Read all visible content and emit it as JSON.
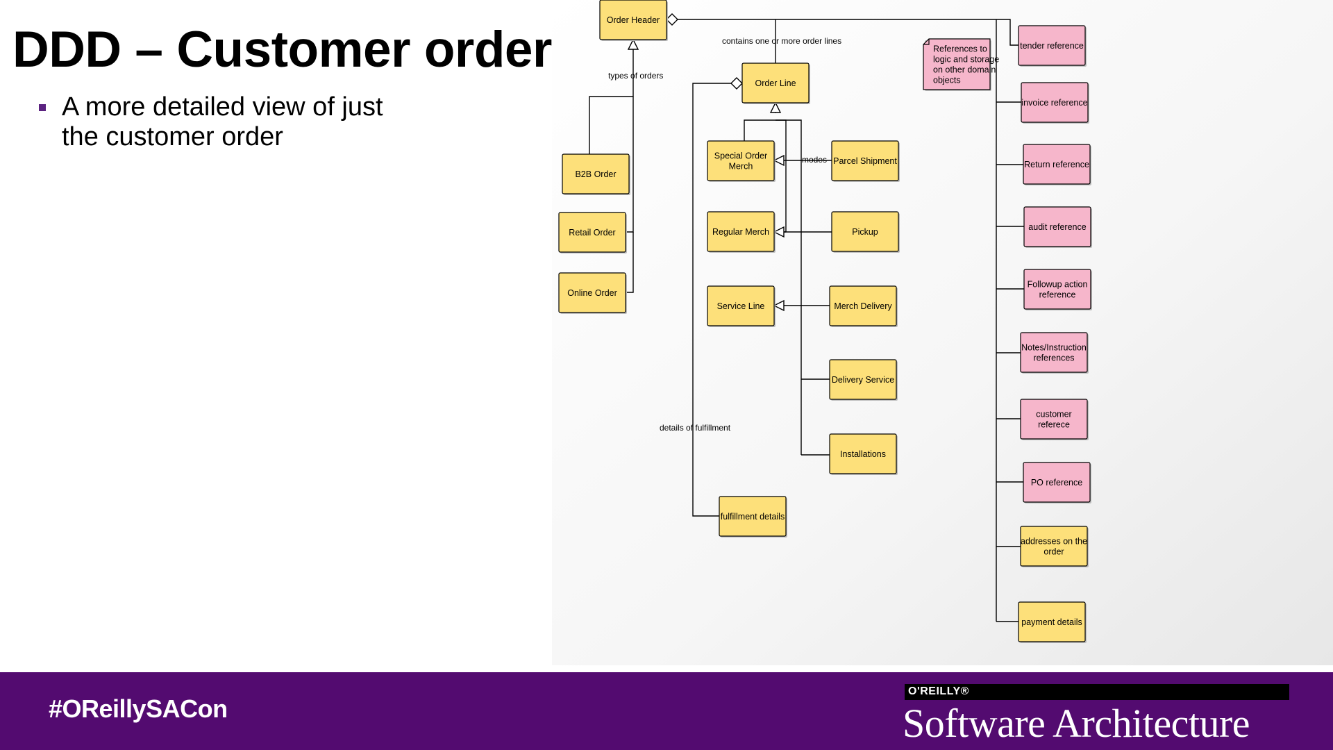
{
  "slide": {
    "title": "DDD – Customer order",
    "bullets": [
      "A more detailed view of just the customer order"
    ]
  },
  "diagram": {
    "colors": {
      "entity": "#fde07a",
      "reference": "#f6b6cb",
      "note": "#f6b6cb",
      "stroke": "#000000"
    },
    "nodes": [
      {
        "id": "order-header",
        "kind": "entity",
        "lines": [
          "Order Header"
        ]
      },
      {
        "id": "b2b-order",
        "kind": "entity",
        "lines": [
          "B2B Order"
        ]
      },
      {
        "id": "retail-order",
        "kind": "entity",
        "lines": [
          "Retail Order"
        ]
      },
      {
        "id": "online-order",
        "kind": "entity",
        "lines": [
          "Online Order"
        ]
      },
      {
        "id": "order-line",
        "kind": "entity",
        "lines": [
          "Order Line"
        ]
      },
      {
        "id": "special-order-merch",
        "kind": "entity",
        "lines": [
          "Special Order",
          "Merch"
        ]
      },
      {
        "id": "regular-merch",
        "kind": "entity",
        "lines": [
          "Regular Merch"
        ]
      },
      {
        "id": "service-line",
        "kind": "entity",
        "lines": [
          "Service Line"
        ]
      },
      {
        "id": "parcel-shipment",
        "kind": "entity",
        "lines": [
          "Parcel Shipment"
        ]
      },
      {
        "id": "pickup",
        "kind": "entity",
        "lines": [
          "Pickup"
        ]
      },
      {
        "id": "merch-delivery",
        "kind": "entity",
        "lines": [
          "Merch Delivery"
        ]
      },
      {
        "id": "delivery-service",
        "kind": "entity",
        "lines": [
          "Delivery Service"
        ]
      },
      {
        "id": "installations",
        "kind": "entity",
        "lines": [
          "Installations"
        ]
      },
      {
        "id": "fulfillment-details",
        "kind": "entity",
        "lines": [
          "fulfillment details"
        ]
      },
      {
        "id": "references-note",
        "kind": "note",
        "lines": [
          "References to",
          "logic and storage",
          "on other domain",
          "objects"
        ]
      },
      {
        "id": "tender-reference",
        "kind": "reference",
        "lines": [
          "tender reference"
        ]
      },
      {
        "id": "invoice-reference",
        "kind": "reference",
        "lines": [
          "invoice reference"
        ]
      },
      {
        "id": "return-reference",
        "kind": "reference",
        "lines": [
          "Return reference"
        ]
      },
      {
        "id": "audit-reference",
        "kind": "reference",
        "lines": [
          "audit reference"
        ]
      },
      {
        "id": "followup-action-reference",
        "kind": "reference",
        "lines": [
          "Followup action",
          "reference"
        ]
      },
      {
        "id": "notes-instruction-references",
        "kind": "reference",
        "lines": [
          "Notes/Instruction",
          "references"
        ]
      },
      {
        "id": "customer-reference",
        "kind": "reference",
        "lines": [
          "customer",
          "referece"
        ]
      },
      {
        "id": "po-reference",
        "kind": "reference",
        "lines": [
          "PO reference"
        ]
      },
      {
        "id": "addresses-on-the-order",
        "kind": "entity",
        "lines": [
          "addresses on the",
          "order"
        ]
      },
      {
        "id": "payment-details",
        "kind": "entity",
        "lines": [
          "payment details"
        ]
      }
    ],
    "edge_labels": {
      "contains": "contains one or more order lines",
      "types": "types of orders",
      "modes": "modes",
      "fulfillment": "details of fulfillment"
    }
  },
  "footer": {
    "hashtag": "#OReillySACon",
    "brand": "O'REILLY®",
    "product": "Software Architecture",
    "background": "#530b70"
  }
}
